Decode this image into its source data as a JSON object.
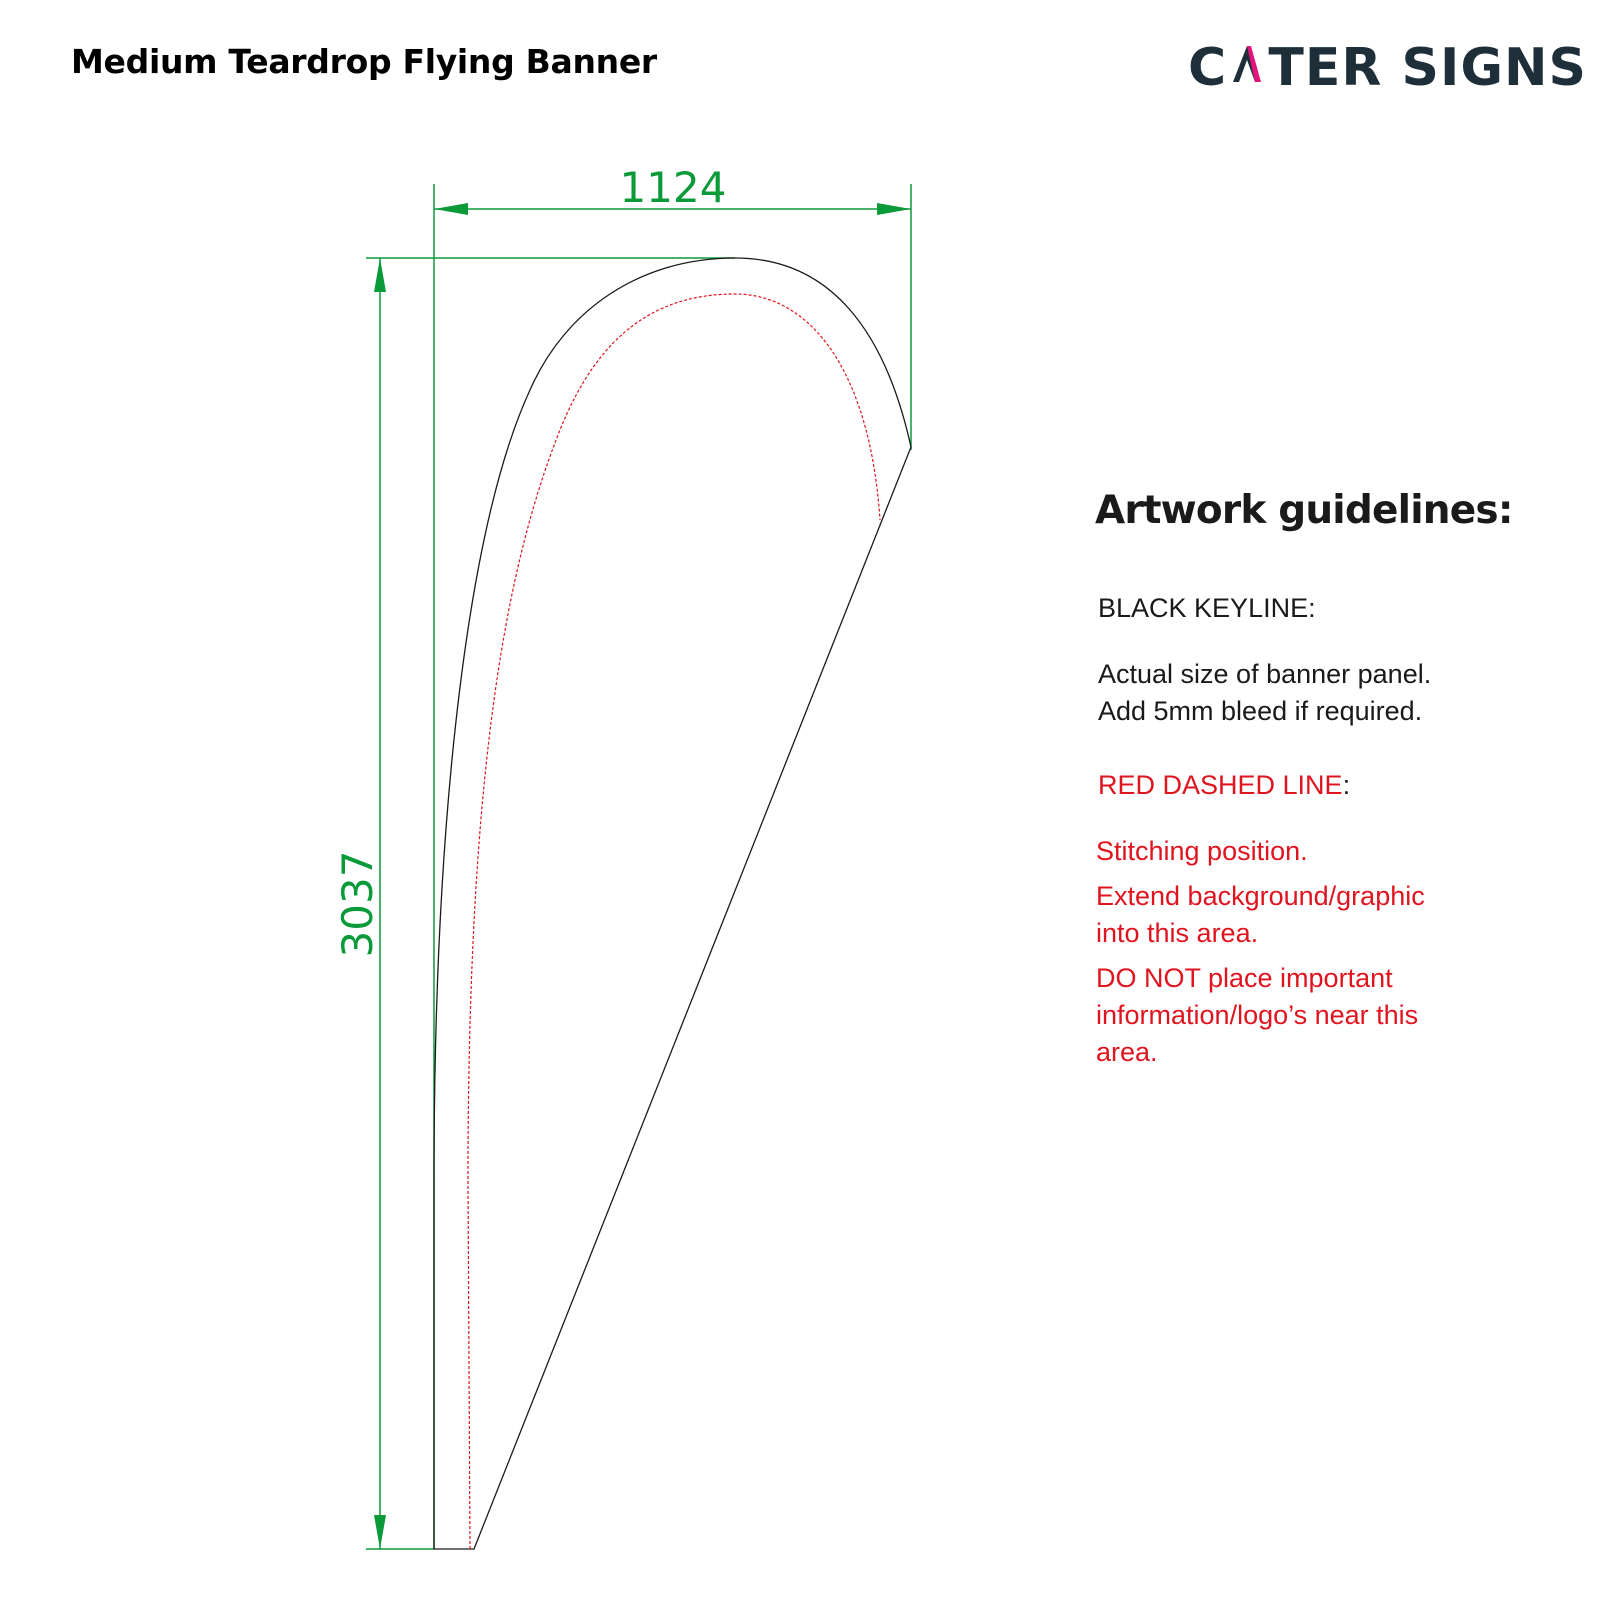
{
  "header": {
    "title": "Medium Teardrop Flying Banner",
    "logo_text_before": "C",
    "logo_text_after": "TER SIGNS",
    "logo_letter": "A"
  },
  "diagram": {
    "width_label": "1124",
    "height_label": "3037",
    "dimension_color": "#0a9a3a",
    "keyline_color": "#1a1a1a",
    "stitch_color": "#e0141e"
  },
  "guidelines": {
    "heading": "Artwork guidelines:",
    "black_keyline_label": "BLACK KEYLINE",
    "black_keyline_colon": ":",
    "black_keyline_text": [
      "Actual size of banner panel.",
      "Add 5mm bleed if required."
    ],
    "red_line_label": "RED DASHED LINE",
    "red_line_colon": ":",
    "red_line_text": [
      "Stitching position.",
      "Extend background/graphic into this area.",
      "DO NOT place important information/logo’s near this area."
    ]
  },
  "colors": {
    "brand_dark": "#1f2f3a",
    "brand_accent": "#e0147a"
  }
}
